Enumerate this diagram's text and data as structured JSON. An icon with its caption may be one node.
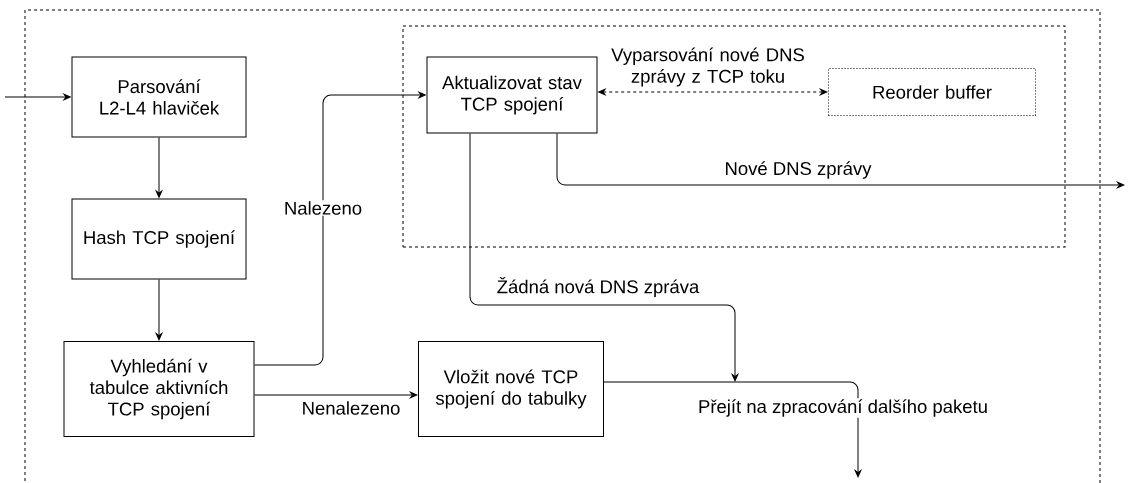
{
  "diagram": {
    "nodes": [
      {
        "text": [],
        "shape": "box"
      },
      {
        "text": [],
        "shape": "box",
        "in": 0
      },
      {
        "text": [
          "Parsování L2-L4 hlaviček"
        ],
        "in": 0
      },
      {
        "text": [
          "Hash TCP spojení"
        ],
        "in": 0
      },
      {
        "text": [
          "Vyhledání v tabulce aktivních TCP spojení"
        ],
        "in": 0
      },
      {
        "text": [
          "Aktualizovat stav TCP spojení"
        ],
        "in": 1
      },
      {
        "text": [
          "Reorder buffer"
        ],
        "in": 1
      },
      {
        "text": [
          "Vložit nové TCP spojení do tabulky"
        ],
        "in": 0
      }
    ],
    "edges": [
      {
        "from": null,
        "to": 2,
        "arrow": "to"
      },
      {
        "from": 2,
        "to": 3,
        "arrow": "to"
      },
      {
        "from": 3,
        "to": 4,
        "arrow": "to"
      },
      {
        "from": 4,
        "to": 5,
        "arrow": "to",
        "label": "Nalezeno"
      },
      {
        "from": 4,
        "to": 7,
        "arrow": "to",
        "label": "Nenalezeno"
      },
      {
        "from": 5,
        "to": 6,
        "arrow": "both",
        "style": "dashed",
        "label": "Vyparsování nové DNS zprávy z TCP toku"
      },
      {
        "from": 5,
        "to": null,
        "arrow": "to",
        "label": "Nové DNS zprávy"
      },
      {
        "from": 5,
        "to": null,
        "arrow": "to",
        "label": "Žádná nová DNS zpráva"
      },
      {
        "from": 7,
        "to": null,
        "arrow": "to",
        "label": "Přejít na zpracování dalšího paketu"
      }
    ]
  }
}
